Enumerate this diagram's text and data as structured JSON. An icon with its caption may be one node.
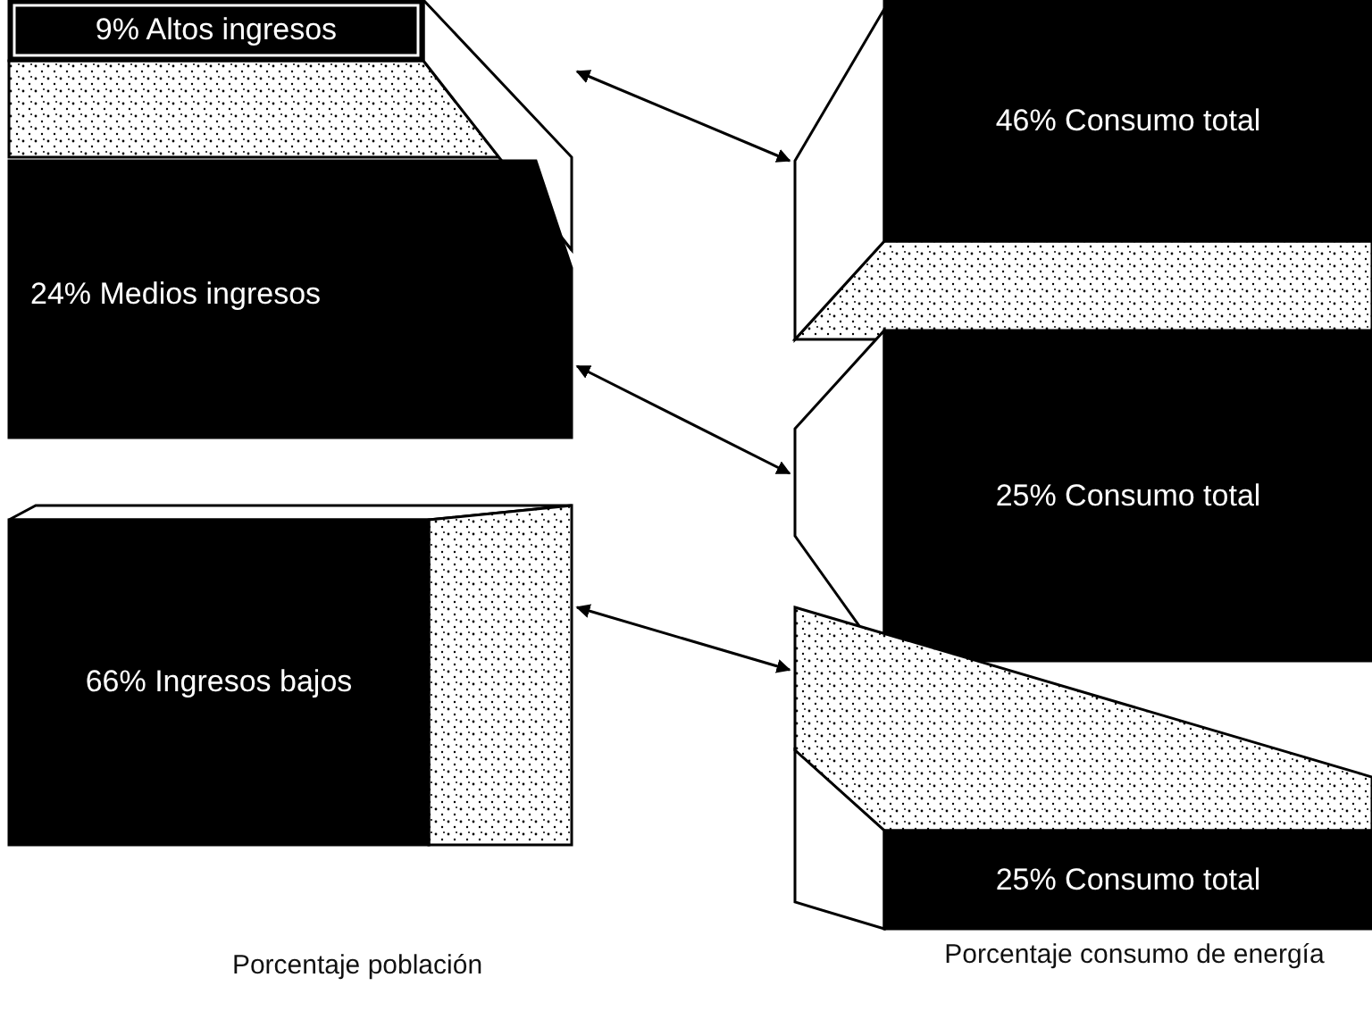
{
  "diagram": {
    "nodes": [
      {
        "text": [
          "9% Altos ingresos"
        ]
      },
      {
        "text": [
          "24% Medios ingresos"
        ]
      },
      {
        "text": [
          "66% Ingresos bajos"
        ]
      },
      {
        "text": [
          "46% Consumo total"
        ]
      },
      {
        "text": [
          "25% Consumo total"
        ]
      },
      {
        "text": [
          "25% Consumo total"
        ]
      }
    ],
    "edges": [
      {
        "from": 0,
        "to": 3,
        "arrow": "both"
      },
      {
        "from": 1,
        "to": 4,
        "arrow": "both"
      },
      {
        "from": 2,
        "to": 5,
        "arrow": "both"
      }
    ],
    "labels": [
      "Porcentaje población",
      "Porcentaje consumo de energía"
    ]
  }
}
